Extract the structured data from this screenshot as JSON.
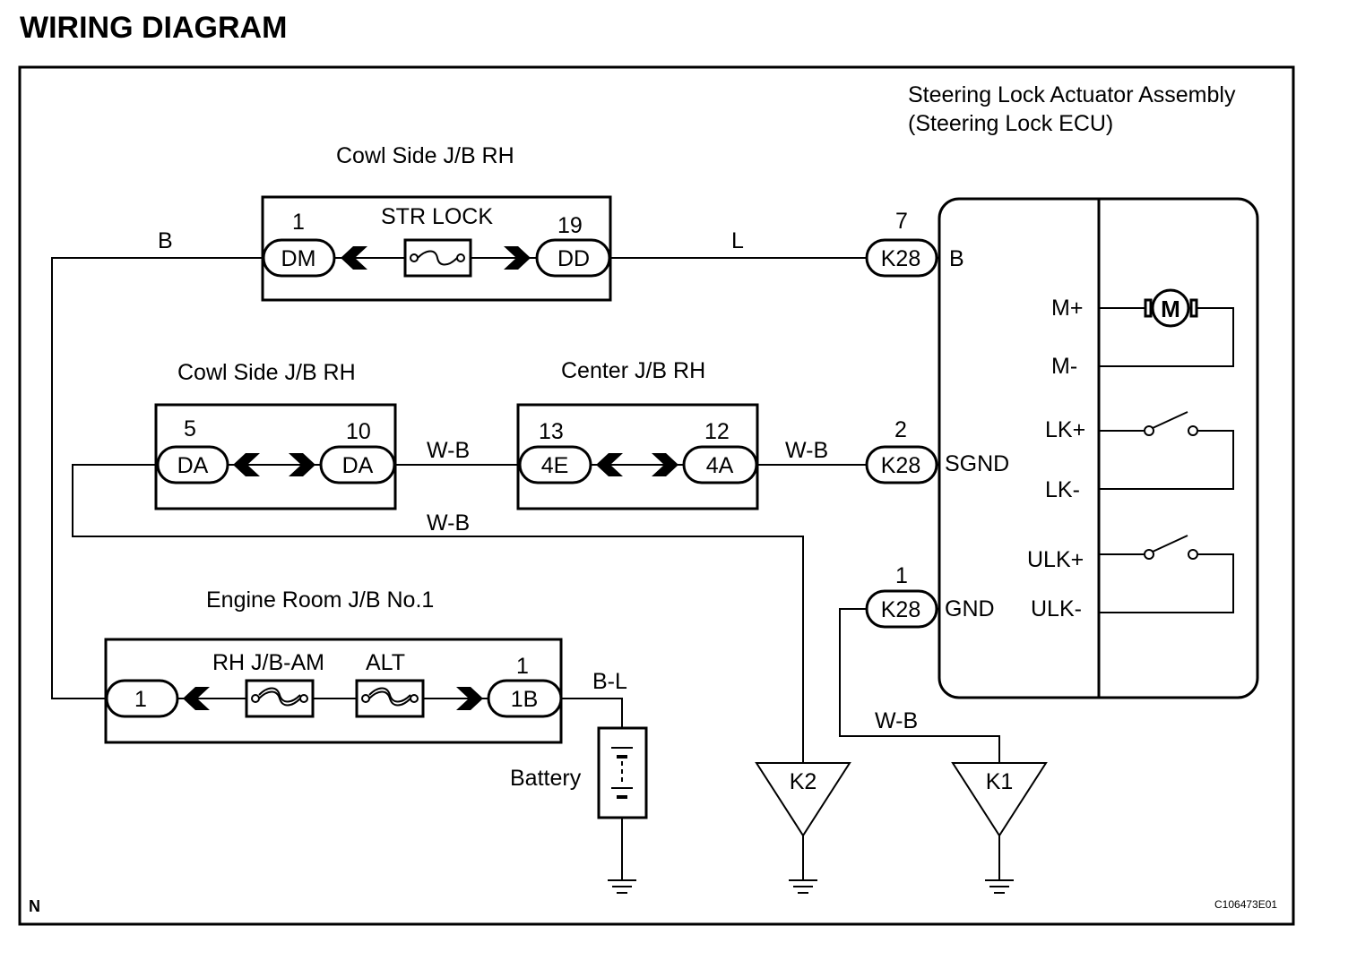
{
  "title": "WIRING DIAGRAM",
  "ecu": {
    "name_line1": "Steering Lock Actuator Assembly",
    "name_line2": "(Steering Lock ECU)",
    "terminals": {
      "b": "B",
      "sgnd": "SGND",
      "gnd": "GND",
      "m_plus": "M+",
      "m_minus": "M-",
      "lk_plus": "LK+",
      "lk_minus": "LK-",
      "ulk_plus": "ULK+",
      "ulk_minus": "ULK-"
    },
    "motor_label": "M"
  },
  "jb_top": {
    "title": "Cowl Side J/B RH",
    "fuse": "STR LOCK",
    "left": {
      "pin": "1",
      "connector": "DM"
    },
    "right": {
      "pin": "19",
      "connector": "DD"
    }
  },
  "jb_cowl2": {
    "title": "Cowl Side J/B RH",
    "left": {
      "pin": "5",
      "connector": "DA"
    },
    "right": {
      "pin": "10",
      "connector": "DA"
    }
  },
  "jb_center": {
    "title": "Center J/B RH",
    "left": {
      "pin": "13",
      "connector": "4E"
    },
    "right": {
      "pin": "12",
      "connector": "4A"
    }
  },
  "jb_engine": {
    "title": "Engine Room J/B No.1",
    "fuse1": "RH J/B-AM",
    "fuse2": "ALT",
    "left": {
      "connector": "1"
    },
    "right": {
      "pin": "1",
      "connector": "1B"
    }
  },
  "k28": {
    "connector": "K28",
    "pin_b": "7",
    "pin_sgnd": "2",
    "pin_gnd": "1"
  },
  "wires": {
    "b": "B",
    "l": "L",
    "wb1": "W-B",
    "wb2": "W-B",
    "wb3": "W-B",
    "wb4": "W-B",
    "bl": "B-L"
  },
  "battery": "Battery",
  "grounds": {
    "k2": "K2",
    "k1": "K1"
  },
  "corner_label": "N",
  "figure_id": "C106473E01"
}
